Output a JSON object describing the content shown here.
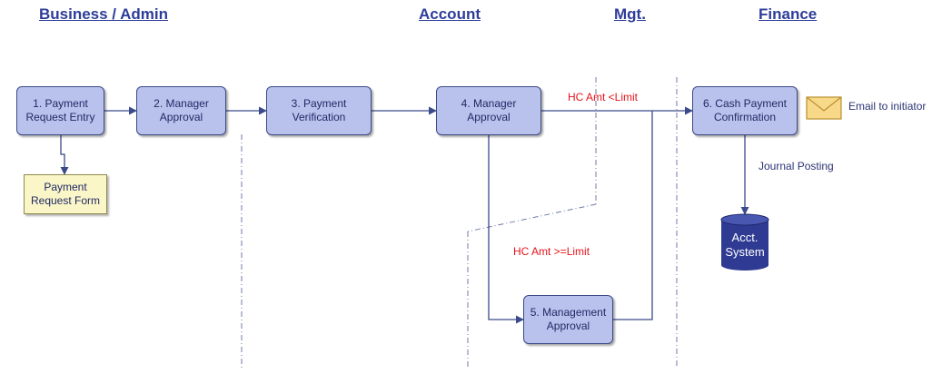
{
  "lanes": {
    "business_admin": "Business / Admin",
    "account": "Account",
    "mgt": "Mgt.",
    "finance": "Finance"
  },
  "steps": [
    {
      "line1": "1. Payment",
      "line2": "Request Entry"
    },
    {
      "line1": "2. Manager",
      "line2": "Approval"
    },
    {
      "line1": "3. Payment",
      "line2": "Verification"
    },
    {
      "line1": "4. Manager",
      "line2": "Approval"
    },
    {
      "line1": "5. Management",
      "line2": "Approval"
    },
    {
      "line1": "6. Cash Payment",
      "line2": "Confirmation"
    }
  ],
  "document": {
    "line1": "Payment",
    "line2": "Request Form"
  },
  "conditions": {
    "below_limit": "HC Amt <Limit",
    "above_limit": "HC Amt >=Limit"
  },
  "email_note": "Email to initiator",
  "journal_note": "Journal Posting",
  "database": {
    "line1": "Acct.",
    "line2": "System"
  },
  "colors": {
    "step_fill": "#b9c2ec",
    "document_fill": "#fbf6c8",
    "database_fill": "#2f3b93",
    "condition_text": "#e8121b",
    "lane_title": "#2e3d99",
    "connector": "#3a4a8a"
  },
  "icons": {
    "email": "envelope-icon",
    "database": "database-icon"
  }
}
